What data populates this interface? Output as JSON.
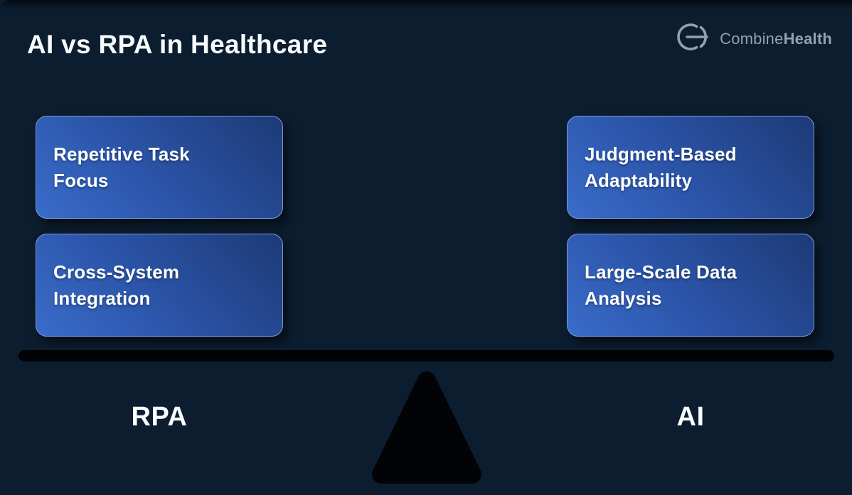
{
  "title": "AI vs RPA in Healthcare",
  "brand": {
    "name_regular": "Combine",
    "name_bold": "Health"
  },
  "comparison": {
    "left": {
      "label": "RPA",
      "cards": [
        {
          "line1": "Repetitive Task",
          "line2": "Focus"
        },
        {
          "line1": "Cross-System",
          "line2": "Integration"
        }
      ]
    },
    "right": {
      "label": "AI",
      "cards": [
        {
          "line1": "Judgment-Based",
          "line2": "Adaptability"
        },
        {
          "line1": "Large-Scale Data",
          "line2": "Analysis"
        }
      ]
    }
  },
  "colors": {
    "background": "#0c1d2f",
    "card_gradient_start": "#3a6cca",
    "card_gradient_end": "#1d3a76",
    "card_border": "#7d9bdc",
    "beam": "#010307",
    "text": "#ffffff",
    "brand": "#93a1b3"
  }
}
